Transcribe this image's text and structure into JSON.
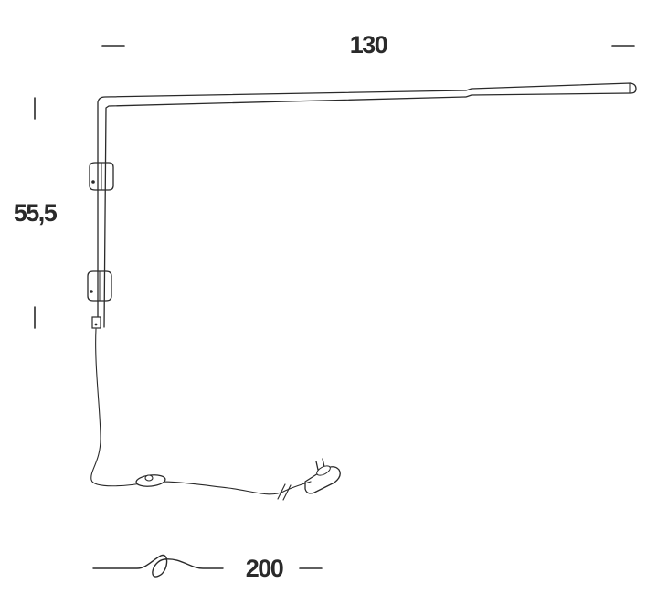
{
  "dimensions": {
    "width": "130",
    "height": "55,5",
    "cable_length": "200"
  },
  "colors": {
    "ink": "#2a2a2a",
    "background": "#ffffff"
  }
}
